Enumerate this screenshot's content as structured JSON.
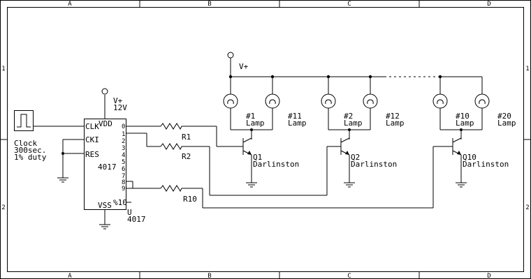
{
  "border": {
    "columns": [
      "A",
      "B",
      "C",
      "D"
    ],
    "rows": [
      "1",
      "2"
    ]
  },
  "supply": {
    "label": "V+"
  },
  "clock": {
    "label": "Clock",
    "period": "300sec.",
    "duty": "1% duty"
  },
  "ic": {
    "pins_left": [
      "CLK",
      "CKI",
      "RES"
    ],
    "pin_vdd": "VDD",
    "pin_vss": "VSS",
    "outputs": [
      "0",
      "1",
      "2",
      "3",
      "4",
      "5",
      "6",
      "7",
      "8",
      "9"
    ],
    "pin_co": "%10",
    "name": "4017",
    "ref": "U",
    "value": "4017",
    "supply_label": "V+",
    "supply_voltage": "12V"
  },
  "resistors": [
    "R1",
    "R2",
    "R10"
  ],
  "stages": [
    {
      "lamp_a": "#1",
      "lamp_b": "#11",
      "lamp_word": "Lamp",
      "q": "Q1",
      "q_type": "Darlinston"
    },
    {
      "lamp_a": "#2",
      "lamp_b": "#12",
      "lamp_word": "Lamp",
      "q": "Q2",
      "q_type": "Darlinston"
    },
    {
      "lamp_a": "#10",
      "lamp_b": "#20",
      "lamp_word": "Lamp",
      "q": "Q10",
      "q_type": "Darlinston"
    }
  ]
}
